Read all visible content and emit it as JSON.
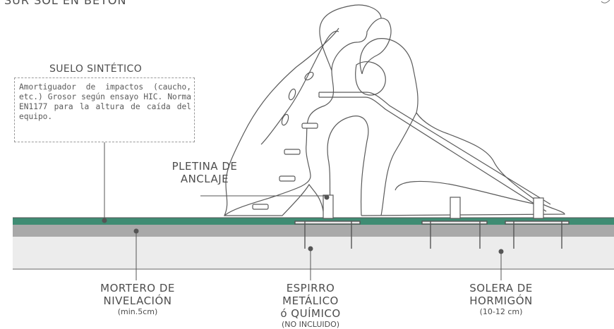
{
  "title": "SUR SOL EN BÉTON",
  "suelo": {
    "heading": "SUELO SINTÉTICO",
    "description": "Amortiguador de impactos (caucho, etc.) Grosor según ensayo HIC. Norma EN1177 para la altura de caída del equipo."
  },
  "labels": {
    "pletina_1": "PLETINA DE",
    "pletina_2": "ANCLAJE",
    "mortero_1": "MORTERO DE",
    "mortero_2": "NIVELACIÓN",
    "mortero_3": "(min.5cm)",
    "espirro_1": "ESPIRRO METÁLICO",
    "espirro_2": "ó QUÍMICO",
    "espirro_3": "(NO INCLUIDO)",
    "solera_1": "SOLERA DE",
    "solera_2": "HORMIGÓN",
    "solera_3": "(10-12 cm)"
  },
  "colors": {
    "synthetic": "#3f8c73",
    "mortar": "#a9a9a9",
    "concrete": "#ececec",
    "line": "#555555"
  }
}
